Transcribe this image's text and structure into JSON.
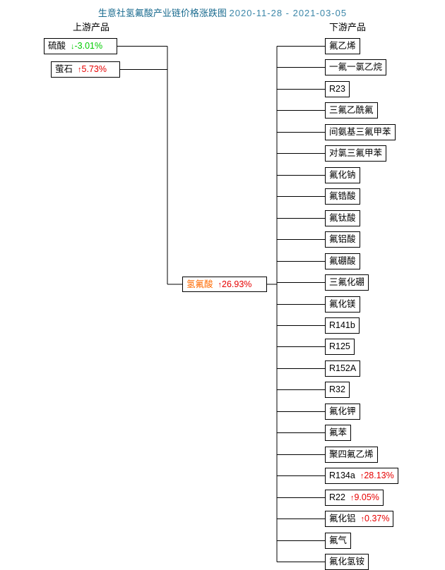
{
  "title": {
    "main": "生意社氢氟酸产业链价格涨跌图",
    "range": "2020-11-28 - 2021-03-05",
    "color": "#1a6b8f"
  },
  "headers": {
    "upstream": "上游产品",
    "downstream": "下游产品"
  },
  "colors": {
    "up": "#e60000",
    "down": "#00cc00",
    "center_name": "#ff6a00",
    "box_border": "#000000",
    "background": "#ffffff"
  },
  "center": {
    "name": "氢氟酸",
    "arrow": "↑",
    "pct": "26.93%",
    "direction": "up"
  },
  "upstream": [
    {
      "name": "硫酸",
      "arrow": "↓",
      "pct": "-3.01%",
      "direction": "down"
    },
    {
      "name": "萤石",
      "arrow": "↑",
      "pct": "5.73%",
      "direction": "up"
    }
  ],
  "downstream": [
    {
      "name": "氟乙烯",
      "arrow": "",
      "pct": "",
      "direction": "none"
    },
    {
      "name": "一氟一氯乙烷",
      "arrow": "",
      "pct": "",
      "direction": "none"
    },
    {
      "name": "R23",
      "arrow": "",
      "pct": "",
      "direction": "none"
    },
    {
      "name": "三氟乙酰氟",
      "arrow": "",
      "pct": "",
      "direction": "none"
    },
    {
      "name": "间氨基三氟甲苯",
      "arrow": "",
      "pct": "",
      "direction": "none"
    },
    {
      "name": "对氯三氟甲苯",
      "arrow": "",
      "pct": "",
      "direction": "none"
    },
    {
      "name": "氟化钠",
      "arrow": "",
      "pct": "",
      "direction": "none"
    },
    {
      "name": "氟锆酸",
      "arrow": "",
      "pct": "",
      "direction": "none"
    },
    {
      "name": "氟钛酸",
      "arrow": "",
      "pct": "",
      "direction": "none"
    },
    {
      "name": "氟铝酸",
      "arrow": "",
      "pct": "",
      "direction": "none"
    },
    {
      "name": "氟硼酸",
      "arrow": "",
      "pct": "",
      "direction": "none"
    },
    {
      "name": "三氟化硼",
      "arrow": "",
      "pct": "",
      "direction": "none"
    },
    {
      "name": "氟化镁",
      "arrow": "",
      "pct": "",
      "direction": "none"
    },
    {
      "name": "R141b",
      "arrow": "",
      "pct": "",
      "direction": "none"
    },
    {
      "name": "R125",
      "arrow": "",
      "pct": "",
      "direction": "none"
    },
    {
      "name": "R152A",
      "arrow": "",
      "pct": "",
      "direction": "none"
    },
    {
      "name": "R32",
      "arrow": "",
      "pct": "",
      "direction": "none"
    },
    {
      "name": "氟化钾",
      "arrow": "",
      "pct": "",
      "direction": "none"
    },
    {
      "name": "氟苯",
      "arrow": "",
      "pct": "",
      "direction": "none"
    },
    {
      "name": "聚四氟乙烯",
      "arrow": "",
      "pct": "",
      "direction": "none"
    },
    {
      "name": "R134a",
      "arrow": "↑",
      "pct": "28.13%",
      "direction": "up"
    },
    {
      "name": "R22",
      "arrow": "↑",
      "pct": "9.05%",
      "direction": "up"
    },
    {
      "name": "氟化铝",
      "arrow": "↑",
      "pct": "0.37%",
      "direction": "up"
    },
    {
      "name": "氟气",
      "arrow": "",
      "pct": "",
      "direction": "none"
    },
    {
      "name": "氟化氢铵",
      "arrow": "",
      "pct": "",
      "direction": "none"
    }
  ]
}
